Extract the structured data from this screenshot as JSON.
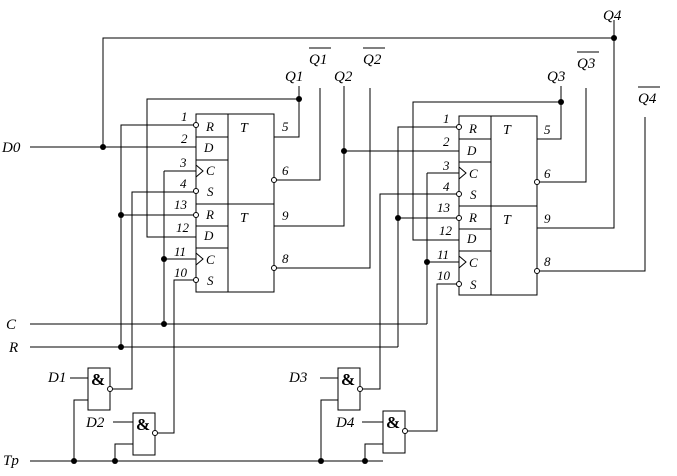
{
  "inputs": {
    "d0": "D0",
    "c": "C",
    "r": "R",
    "d1": "D1",
    "d2": "D2",
    "d3": "D3",
    "d4": "D4",
    "tp": "Tp"
  },
  "outputs": {
    "q1": "Q1",
    "q1_bar": "Q1",
    "q2": "Q2",
    "q2_bar": "Q2",
    "q3": "Q3",
    "q3_bar": "Q3",
    "q4": "Q4",
    "q4_bar": "Q4"
  },
  "chip_left": {
    "upper": {
      "func": "T",
      "input_pins": [
        "1",
        "2",
        "3",
        "4"
      ],
      "input_labels": [
        "R",
        "D",
        "C",
        "S"
      ],
      "output_pins": [
        "5",
        "6"
      ]
    },
    "lower": {
      "func": "T",
      "input_pins": [
        "13",
        "12",
        "11",
        "10"
      ],
      "input_labels": [
        "R",
        "D",
        "C",
        "S"
      ],
      "output_pins": [
        "9",
        "8"
      ]
    }
  },
  "chip_right": {
    "upper": {
      "func": "T",
      "input_pins": [
        "1",
        "2",
        "3",
        "4"
      ],
      "input_labels": [
        "R",
        "D",
        "C",
        "S"
      ],
      "output_pins": [
        "5",
        "6"
      ]
    },
    "lower": {
      "func": "T",
      "input_pins": [
        "13",
        "12",
        "11",
        "10"
      ],
      "input_labels": [
        "R",
        "D",
        "C",
        "S"
      ],
      "output_pins": [
        "9",
        "8"
      ]
    }
  },
  "gates": {
    "g1": "&",
    "g2": "&",
    "g3": "&",
    "g4": "&"
  }
}
